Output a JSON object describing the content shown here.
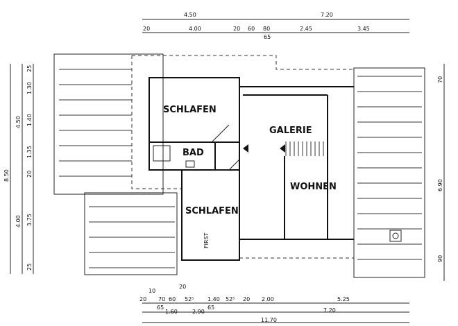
{
  "title": "Dachgeschoss Grundriss",
  "rooms": {
    "schlafen_1": "SCHLAFEN",
    "bad": "BAD",
    "galerie": "GALERIE",
    "wohnen": "WOHNEN",
    "schlafen_2": "SCHLAFEN",
    "first": "FIRST"
  },
  "dimensions": {
    "top_row1": [
      "4.50",
      "7.20"
    ],
    "top_row2": [
      "20",
      "4.00",
      "20",
      "60",
      "80",
      "2.45",
      "3.45"
    ],
    "top_row2_sub": [
      "65"
    ],
    "bottom_row1": [
      "20",
      "10",
      "70",
      "60",
      "20",
      "52⁵",
      "1.40",
      "52⁵",
      "20",
      "2.00",
      "5.25"
    ],
    "bottom_row1_sub": [
      "65",
      "65"
    ],
    "bottom_row2": [
      "1.60",
      "2.90",
      "7.20"
    ],
    "bottom_row3": [
      "11.70"
    ],
    "left_outer": [
      "8.50"
    ],
    "left_middle": [
      "4.50",
      "4.00"
    ],
    "left_inner": [
      "25",
      "1.30",
      "1.40",
      "1.35",
      "20",
      "3.75",
      "25"
    ],
    "right": [
      "70",
      "6.90",
      "90"
    ]
  }
}
